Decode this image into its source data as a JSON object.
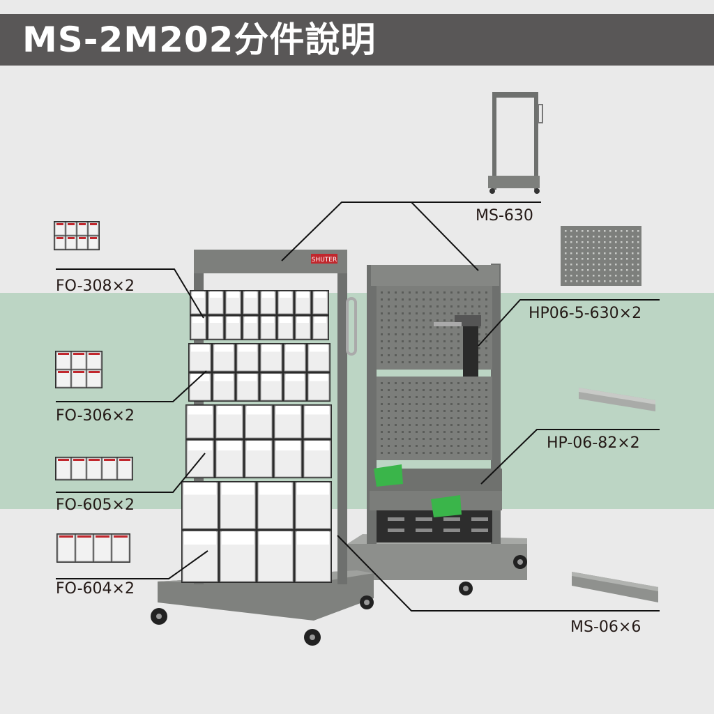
{
  "title": "MS-2M202分件說明",
  "brand_logo": "SHUTER",
  "parts": [
    {
      "code": "MS-630",
      "qty": ""
    },
    {
      "code": "HP06-5-630",
      "qty": "×2"
    },
    {
      "code": "HP-06-82",
      "qty": "×2"
    },
    {
      "code": "MS-06",
      "qty": "×6"
    },
    {
      "code": "FO-308",
      "qty": "×2"
    },
    {
      "code": "FO-306",
      "qty": "×2"
    },
    {
      "code": "FO-605",
      "qty": "×2"
    },
    {
      "code": "FO-604",
      "qty": "×2"
    }
  ],
  "colors": {
    "title_bar": "#595757",
    "background": "#eaeaea",
    "band": "#bcd5c4",
    "frame": "#6e706e",
    "bin_green": "#3ab54a"
  }
}
